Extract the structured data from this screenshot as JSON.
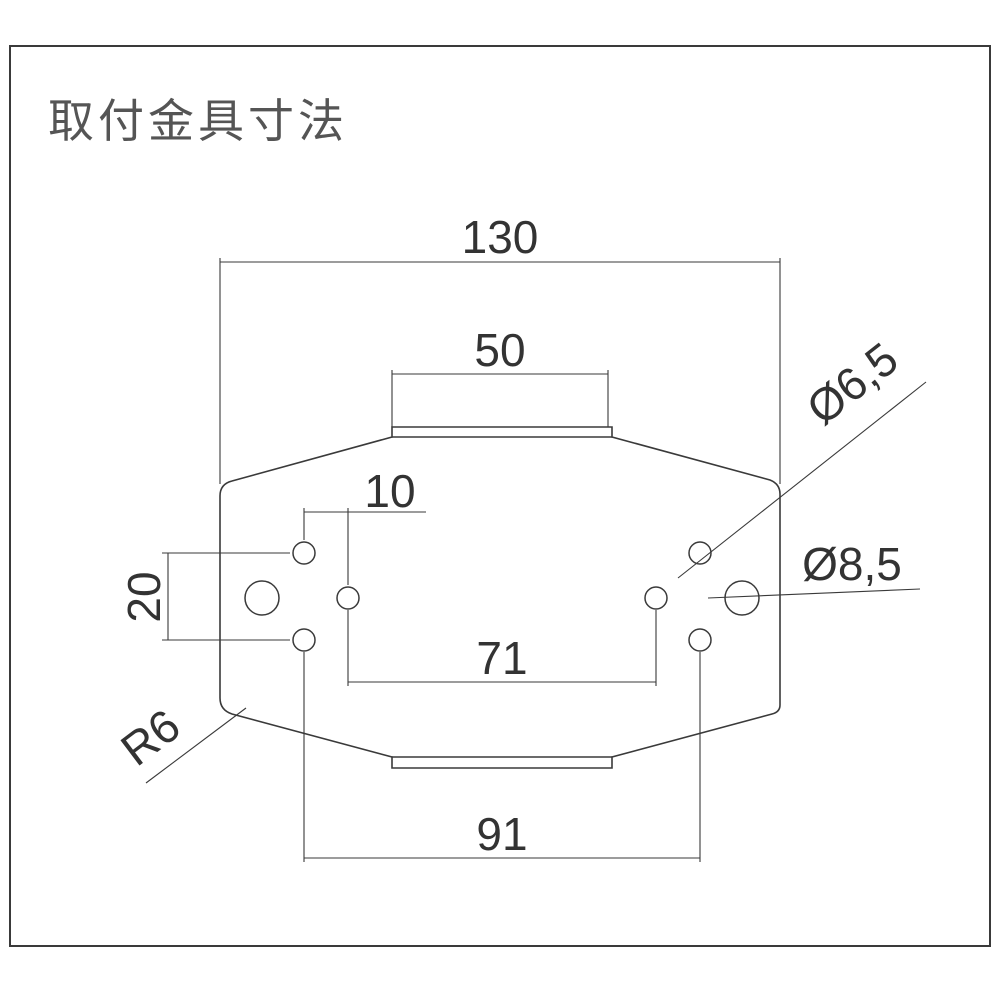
{
  "title": "取付金具寸法",
  "dimensions": {
    "overall_width": "130",
    "top_tab_width": "50",
    "small_offset": "10",
    "hole_spacing_vertical": "20",
    "inner_hole_spacing": "71",
    "outer_hole_spacing": "91",
    "corner_radius": "R6",
    "small_hole_diameter": "Ø6,5",
    "large_hole_diameter": "Ø8,5"
  },
  "colors": {
    "line": "#3a3a3a",
    "text": "#333333",
    "title": "#555555",
    "background": "#ffffff"
  }
}
